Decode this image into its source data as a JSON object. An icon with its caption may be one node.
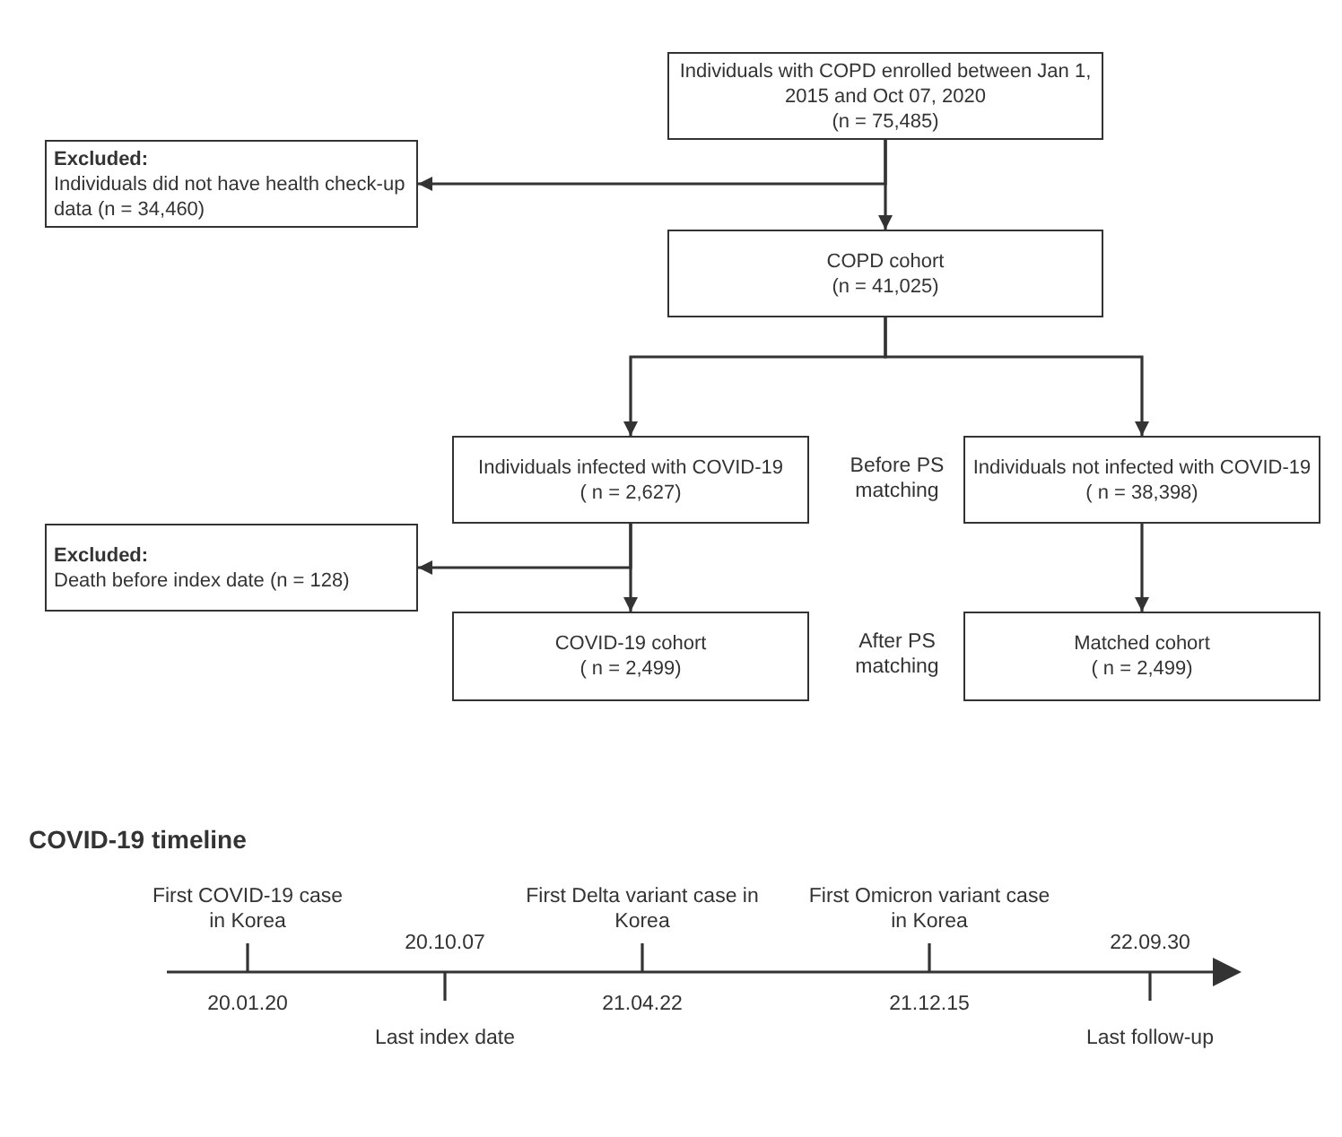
{
  "diagram": {
    "nodes": [
      {
        "text": [
          "Individuals with COPD enrolled between Jan 1, 2015 and Oct 07, 2020",
          "(n = 75,485)"
        ]
      },
      {
        "text": [
          "Excluded:",
          "Individuals did not have health check-up data (n = 34,460)"
        ]
      },
      {
        "text": [
          "COPD cohort",
          "(n = 41,025)"
        ]
      },
      {
        "text": [
          "Individuals infected with COVID-19",
          "( n = 2,627)"
        ]
      },
      {
        "text": [
          "Individuals not infected with COVID-19",
          "( n = 38,398)"
        ]
      },
      {
        "text": [
          "Excluded:",
          "Death before index date (n = 128)"
        ]
      },
      {
        "text": [
          "COVID-19 cohort",
          "( n = 2,499)"
        ]
      },
      {
        "text": [
          "Matched cohort",
          "( n = 2,499)"
        ]
      }
    ],
    "edges": [
      {
        "from": 0,
        "to": 2,
        "arrow": "to"
      },
      {
        "from": 0,
        "to": 1,
        "arrow": "to"
      },
      {
        "from": 2,
        "to": 3,
        "arrow": "to"
      },
      {
        "from": 2,
        "to": 4,
        "arrow": "to"
      },
      {
        "from": 3,
        "to": 6,
        "arrow": "to"
      },
      {
        "from": 3,
        "to": 5,
        "arrow": "to"
      },
      {
        "from": 4,
        "to": 7,
        "arrow": "to"
      }
    ],
    "labels": [
      "Before PS matching",
      "After PS matching",
      "COVID-19 timeline",
      "First COVID-19 case in Korea",
      "20.01.20",
      "20.10.07",
      "Last index date",
      "First Delta variant case in Korea",
      "21.04.22",
      "First Omicron variant case in Korea",
      "21.12.15",
      "22.09.30",
      "Last follow-up"
    ]
  }
}
